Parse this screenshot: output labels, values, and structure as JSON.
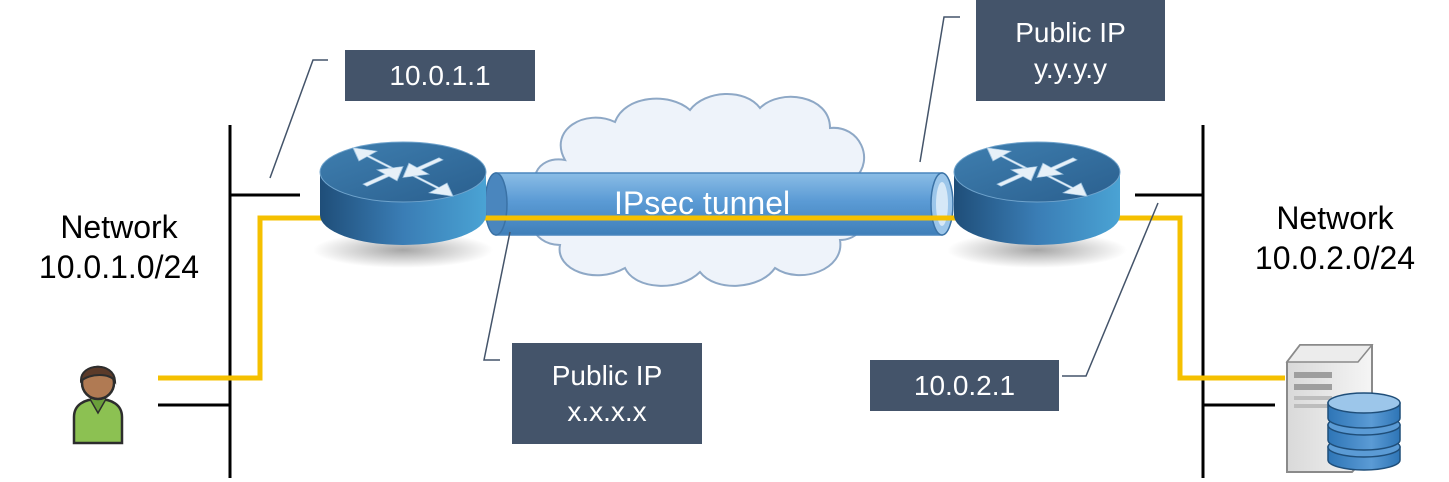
{
  "labels": {
    "left_router_ip": "10.0.1.1",
    "left_public_ip": {
      "title": "Public IP",
      "value": "x.x.x.x"
    },
    "right_public_ip": {
      "title": "Public IP",
      "value": "y.y.y.y"
    },
    "right_router_ip": "10.0.2.1"
  },
  "networks": {
    "left": {
      "title": "Network",
      "cidr": "10.0.1.0/24"
    },
    "right": {
      "title": "Network",
      "cidr": "10.0.2.0/24"
    }
  },
  "tunnel": {
    "label": "IPsec tunnel"
  },
  "colors": {
    "label_bg": "#44546a",
    "path": "#f5c000",
    "router_top": "#2f6b9a",
    "router_side": "#2a5f8e",
    "tunnel": "#5b9bd5",
    "cloud_fill": "#eef3fa",
    "cloud_stroke": "#8ea8c6"
  },
  "icons": {
    "left_endpoint": "user-icon",
    "right_endpoint": "server-database-icon",
    "routers": "router-icon"
  }
}
